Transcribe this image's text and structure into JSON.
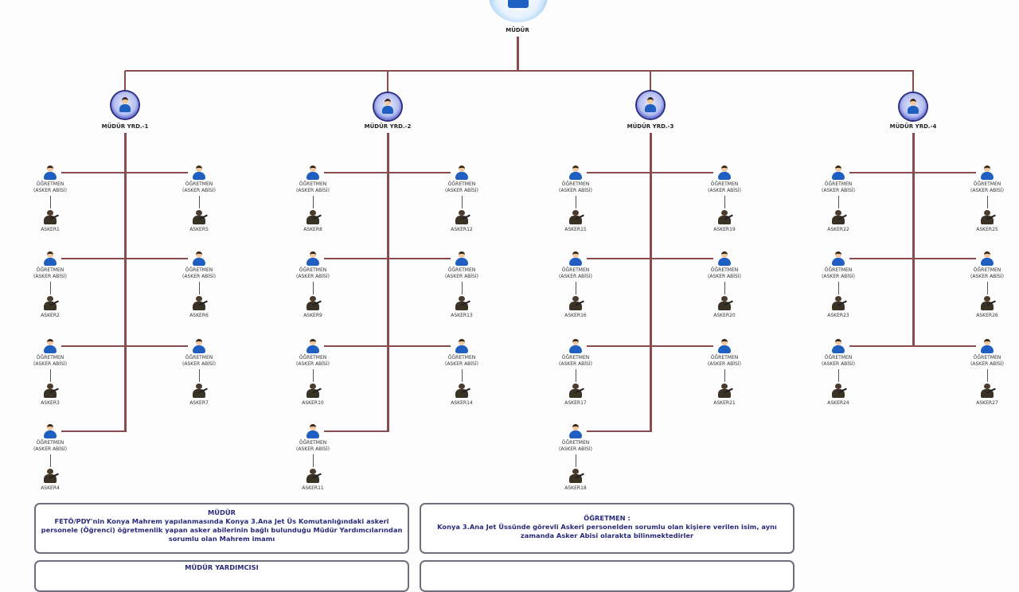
{
  "top": {
    "title": "MÜDÜR"
  },
  "teacher_label": [
    "ÖĞRETMEN",
    "(ASKER ABİSİ)"
  ],
  "groups": [
    {
      "title": "MÜDÜR YRD.-1",
      "left": [
        "ASKER1",
        "ASKER2",
        "ASKER3",
        "ASKER4"
      ],
      "right": [
        "ASKER5",
        "ASKER6",
        "ASKER7"
      ]
    },
    {
      "title": "MÜDÜR YRD.-2",
      "left": [
        "ASKER8",
        "ASKER9",
        "ASKER10",
        "ASKER11"
      ],
      "right": [
        "ASKER12",
        "ASKER13",
        "ASKER14"
      ]
    },
    {
      "title": "MÜDÜR YRD.-3",
      "left": [
        "ASKER15",
        "ASKER16",
        "ASKER17",
        "ASKER18"
      ],
      "right": [
        "ASKER19",
        "ASKER20",
        "ASKER21"
      ]
    },
    {
      "title": "MÜDÜR YRD.-4",
      "left": [
        "ASKER22",
        "ASKER23",
        "ASKER24"
      ],
      "right": [
        "ASKER25",
        "ASKER26",
        "ASKER27"
      ]
    }
  ],
  "legend": {
    "mudur": {
      "title": "MÜDÜR",
      "text": "FETÖ/PDY'nin Konya Mahrem yapılanmasında Konya 3.Ana Jet Üs Komutanlığındaki askeri personele (Öğrenci) öğretmenlik yapan asker abilerinin bağlı bulunduğu Müdür Yardımcılarından sorumlu olan  Mahrem imamı"
    },
    "ogretmen": {
      "title": "ÖĞRETMEN :",
      "text": "Konya 3.Ana Jet Üssünde görevli Askeri personelden sorumlu olan kişiere verilen isim, aynı zamanda Asker Abisi olarakta bilinmektedirler"
    },
    "mudur_yardimcisi": {
      "title": "MÜDÜR YARDIMCISI"
    }
  },
  "colors": {
    "connector": "#8a4b4f",
    "box_border": "#6d6f7c",
    "box_text": "#2a2a7a"
  }
}
